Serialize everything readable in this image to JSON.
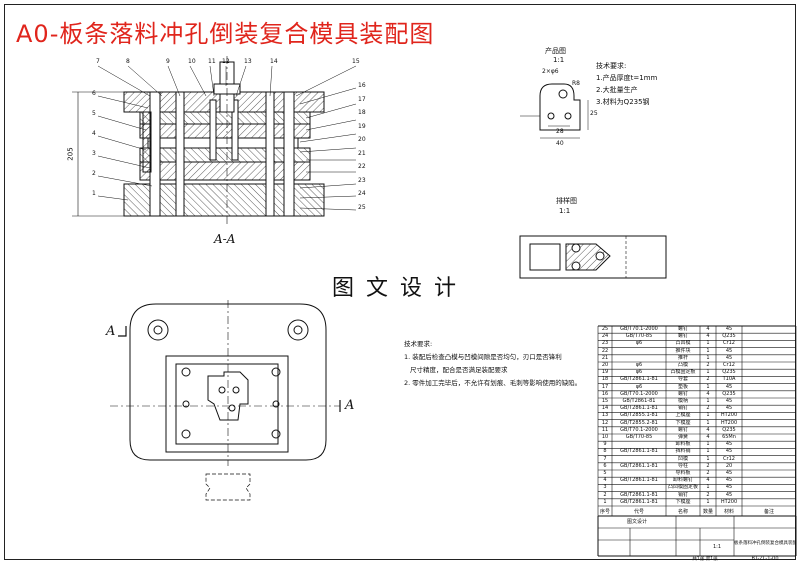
{
  "drawing": {
    "title": "A0-板条落料冲孔倒装复合模具装配图",
    "watermark": "图文设计",
    "section_label": "A-A",
    "section_marker_left": "A",
    "section_marker_right": "A",
    "dimension_height": "205"
  },
  "product_view": {
    "title": "产品图",
    "scale": "1:1",
    "dims": [
      "2×φ6",
      "R8",
      "28",
      "40",
      "25"
    ]
  },
  "tech_req_top": {
    "title": "技术要求:",
    "items": [
      "1.产品厚度t=1mm",
      "2.大批量生产",
      "3.材料为Q235钢"
    ]
  },
  "strip_view": {
    "title": "排样图",
    "scale": "1:1"
  },
  "tech_req_bottom": {
    "title": "技术要求:",
    "items": [
      "1. 装配后检查凸模与凹模间隙是否均匀，刃口是否锋利",
      "尺寸精度，配合是否满足装配要求",
      "2. 零件加工完毕后，不允许有划痕、毛刺等影响使用的缺陷。"
    ]
  },
  "callouts_top": [
    "7",
    "8",
    "9",
    "10",
    "11",
    "12",
    "13",
    "14",
    "15"
  ],
  "callouts_left": [
    "6",
    "5",
    "4",
    "3",
    "2",
    "1"
  ],
  "callouts_right": [
    "16",
    "17",
    "18",
    "19",
    "20",
    "21",
    "22",
    "23",
    "24",
    "25"
  ],
  "bom": {
    "rows": [
      {
        "no": "25",
        "std": "GB/T70.1-2000",
        "name": "螺钉",
        "qty": "4",
        "mat": "45"
      },
      {
        "no": "24",
        "std": "GB/T70-85",
        "name": "螺钉",
        "qty": "4",
        "mat": "Q235"
      },
      {
        "no": "23",
        "std": "φ6",
        "name": "凸凹模",
        "qty": "1",
        "mat": "Cr12"
      },
      {
        "no": "22",
        "std": "",
        "name": "推件块",
        "qty": "1",
        "mat": "45"
      },
      {
        "no": "21",
        "std": "",
        "name": "推杆",
        "qty": "1",
        "mat": "45"
      },
      {
        "no": "20",
        "std": "φ6",
        "name": "凸模",
        "qty": "2",
        "mat": "Cr12"
      },
      {
        "no": "19",
        "std": "φ6",
        "name": "凸模固定板",
        "qty": "1",
        "mat": "Q235"
      },
      {
        "no": "18",
        "std": "GB/T2861.1-81",
        "name": "导套",
        "qty": "2",
        "mat": "T10A"
      },
      {
        "no": "17",
        "std": "φ6",
        "name": "垫板",
        "qty": "1",
        "mat": "45"
      },
      {
        "no": "16",
        "std": "GB/T70.1-2000",
        "name": "螺钉",
        "qty": "4",
        "mat": "Q235"
      },
      {
        "no": "15",
        "std": "GB/T2861-81",
        "name": "模柄",
        "qty": "1",
        "mat": "45"
      },
      {
        "no": "14",
        "std": "GB/T2861.1-81",
        "name": "销钉",
        "qty": "2",
        "mat": "45"
      },
      {
        "no": "13",
        "std": "GB/T2855.1-81",
        "name": "上模座",
        "qty": "1",
        "mat": "HT200"
      },
      {
        "no": "12",
        "std": "GB/T2855.2-81",
        "name": "下模座",
        "qty": "1",
        "mat": "HT200"
      },
      {
        "no": "11",
        "std": "GB/T70.1-2000",
        "name": "螺钉",
        "qty": "4",
        "mat": "Q235"
      },
      {
        "no": "10",
        "std": "GB/T70-85",
        "name": "弹簧",
        "qty": "4",
        "mat": "65Mn"
      },
      {
        "no": "9",
        "std": "",
        "name": "卸料板",
        "qty": "1",
        "mat": "45"
      },
      {
        "no": "8",
        "std": "GB/T2861.1-81",
        "name": "挡料销",
        "qty": "1",
        "mat": "45"
      },
      {
        "no": "7",
        "std": "",
        "name": "凹模",
        "qty": "1",
        "mat": "Cr12"
      },
      {
        "no": "6",
        "std": "GB/T2861.1-81",
        "name": "导柱",
        "qty": "2",
        "mat": "20"
      },
      {
        "no": "5",
        "std": "",
        "name": "导料板",
        "qty": "2",
        "mat": "45"
      },
      {
        "no": "4",
        "std": "GB/T2861.1-81",
        "name": "卸料螺钉",
        "qty": "4",
        "mat": "45"
      },
      {
        "no": "3",
        "std": "",
        "name": "凸凹模固定板",
        "qty": "1",
        "mat": "45"
      },
      {
        "no": "2",
        "std": "GB/T2861.1-81",
        "name": "销钉",
        "qty": "2",
        "mat": "45"
      },
      {
        "no": "1",
        "std": "GB/T2861.1-81",
        "name": "下模座",
        "qty": "1",
        "mat": "HT200"
      }
    ],
    "header": {
      "no": "序号",
      "std": "代号",
      "name": "名称",
      "qty": "数量",
      "mat": "材料",
      "note": "备注"
    },
    "title_block": {
      "drawing_name": "板条落料冲孔倒装复合模具装配图",
      "drawing_no": "BT-ZL-1-00",
      "scale": "1:1",
      "sheet": "共1张 第1张",
      "company": "图文设计"
    }
  }
}
